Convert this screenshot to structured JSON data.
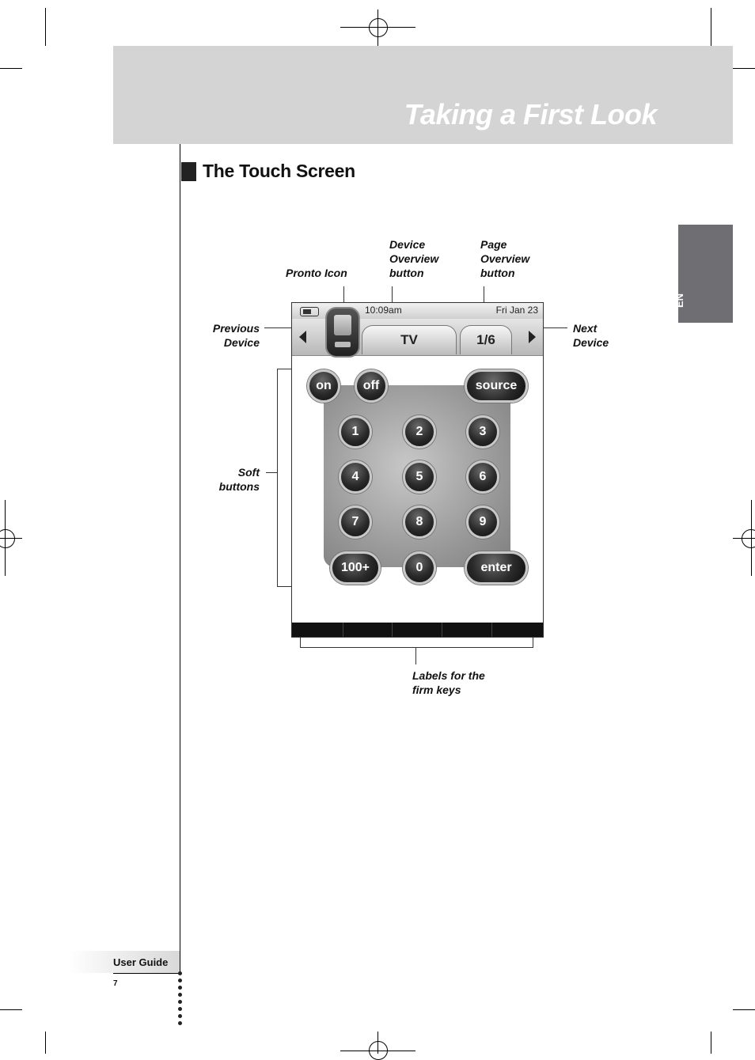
{
  "header": {
    "chapter_title": "Taking a First Look"
  },
  "section": {
    "title": "The Touch Screen"
  },
  "language_tab": {
    "label": "EN"
  },
  "callouts": {
    "pronto_icon": "Pronto Icon",
    "device_overview": [
      "Device",
      "Overview",
      "button"
    ],
    "page_overview": [
      "Page",
      "Overview",
      "button"
    ],
    "previous_device": [
      "Previous",
      "Device"
    ],
    "next_device": [
      "Next",
      "Device"
    ],
    "soft_buttons": [
      "Soft",
      "buttons"
    ],
    "firm_keys": [
      "Labels for the",
      "firm keys"
    ]
  },
  "device": {
    "clock": "10:09am",
    "date": "Fri Jan 23",
    "device_tab": "TV",
    "page_tab": "1/6",
    "buttons": {
      "on": "on",
      "off": "off",
      "source": "source",
      "1": "1",
      "2": "2",
      "3": "3",
      "4": "4",
      "5": "5",
      "6": "6",
      "7": "7",
      "8": "8",
      "9": "9",
      "100": "100+",
      "0": "0",
      "enter": "enter"
    }
  },
  "footer": {
    "label": "User Guide",
    "page_number": "7"
  }
}
